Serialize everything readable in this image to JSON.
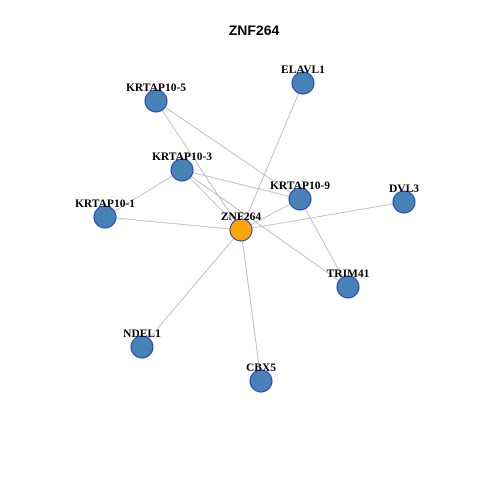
{
  "graph": {
    "title": "ZNF264",
    "colors": {
      "hub_fill": "#FFA500",
      "node_fill": "#4682B4",
      "node_stroke": "#1F3FC8",
      "edge": "#B5B5B5"
    },
    "nodes": [
      {
        "id": "ZNF264",
        "label": "ZNF264",
        "hub": true
      },
      {
        "id": "ELAVL1",
        "label": "ELAVL1"
      },
      {
        "id": "KRTAP10-5",
        "label": "KRTAP10-5"
      },
      {
        "id": "KRTAP10-3",
        "label": "KRTAP10-3"
      },
      {
        "id": "KRTAP10-9",
        "label": "KRTAP10-9"
      },
      {
        "id": "DVL3",
        "label": "DVL3"
      },
      {
        "id": "KRTAP10-1",
        "label": "KRTAP10-1"
      },
      {
        "id": "TRIM41",
        "label": "TRIM41"
      },
      {
        "id": "NDEL1",
        "label": "NDEL1"
      },
      {
        "id": "CBX5",
        "label": "CBX5"
      }
    ],
    "edges": [
      [
        "ZNF264",
        "ELAVL1"
      ],
      [
        "ZNF264",
        "KRTAP10-5"
      ],
      [
        "ZNF264",
        "KRTAP10-3"
      ],
      [
        "ZNF264",
        "KRTAP10-9"
      ],
      [
        "ZNF264",
        "DVL3"
      ],
      [
        "ZNF264",
        "KRTAP10-1"
      ],
      [
        "ZNF264",
        "NDEL1"
      ],
      [
        "ZNF264",
        "CBX5"
      ],
      [
        "KRTAP10-5",
        "KRTAP10-9"
      ],
      [
        "KRTAP10-3",
        "KRTAP10-9"
      ],
      [
        "KRTAP10-3",
        "KRTAP10-1"
      ],
      [
        "KRTAP10-9",
        "TRIM41"
      ],
      [
        "KRTAP10-3",
        "TRIM41"
      ]
    ]
  }
}
